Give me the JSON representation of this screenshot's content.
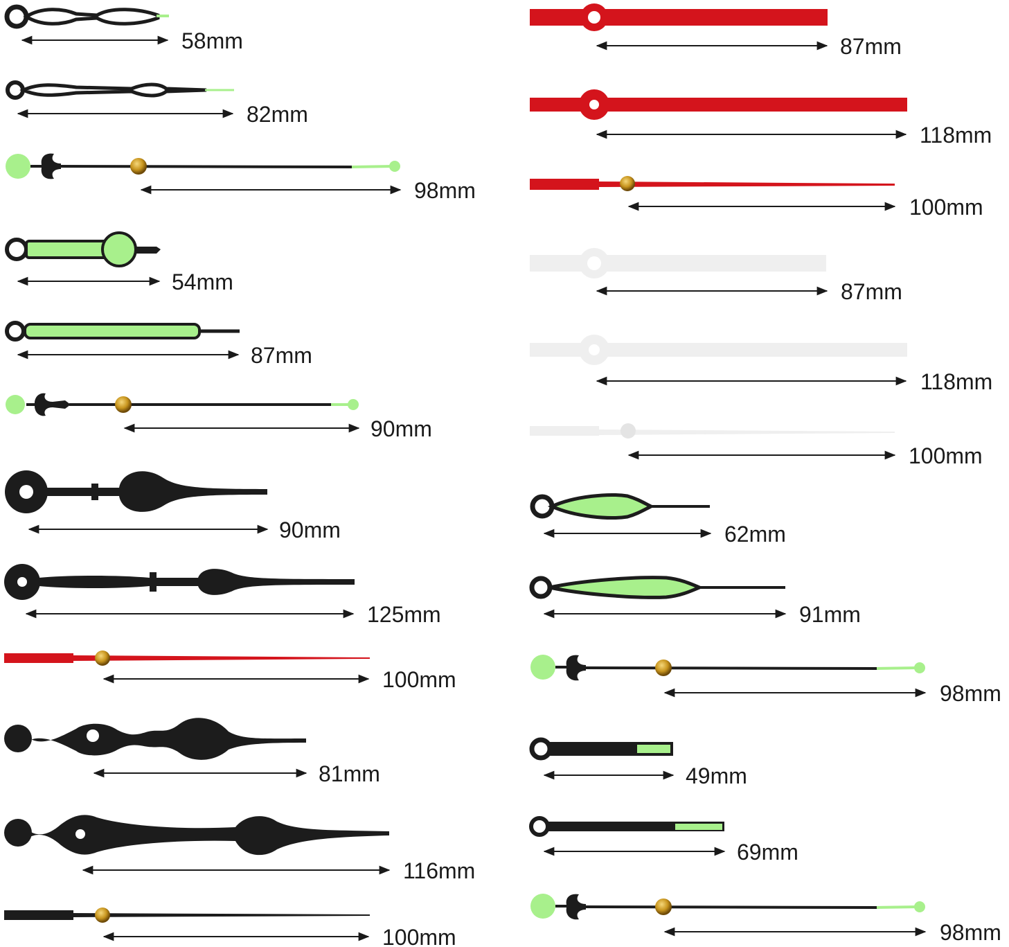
{
  "labels": {
    "h1": "58mm",
    "h2": "82mm",
    "h3": "98mm",
    "h4": "54mm",
    "h5": "87mm",
    "h6": "90mm",
    "h7": "90mm",
    "h8": "125mm",
    "h9": "100mm",
    "h10": "81mm",
    "h11": "116mm",
    "h12": "100mm",
    "r1": "87mm",
    "r2": "118mm",
    "r3": "100mm",
    "r4": "87mm",
    "r5": "118mm",
    "r6": "100mm",
    "r7": "62mm",
    "r8": "91mm",
    "r9": "98mm",
    "r10": "49mm",
    "r11": "69mm",
    "r12": "98mm"
  },
  "colors": {
    "black": "#1c1c1c",
    "red": "#d4141c",
    "white_hand": "#efefef",
    "lume": "#a8f08c",
    "gold": "#c8951e",
    "arrow": "#1a1a1a"
  }
}
